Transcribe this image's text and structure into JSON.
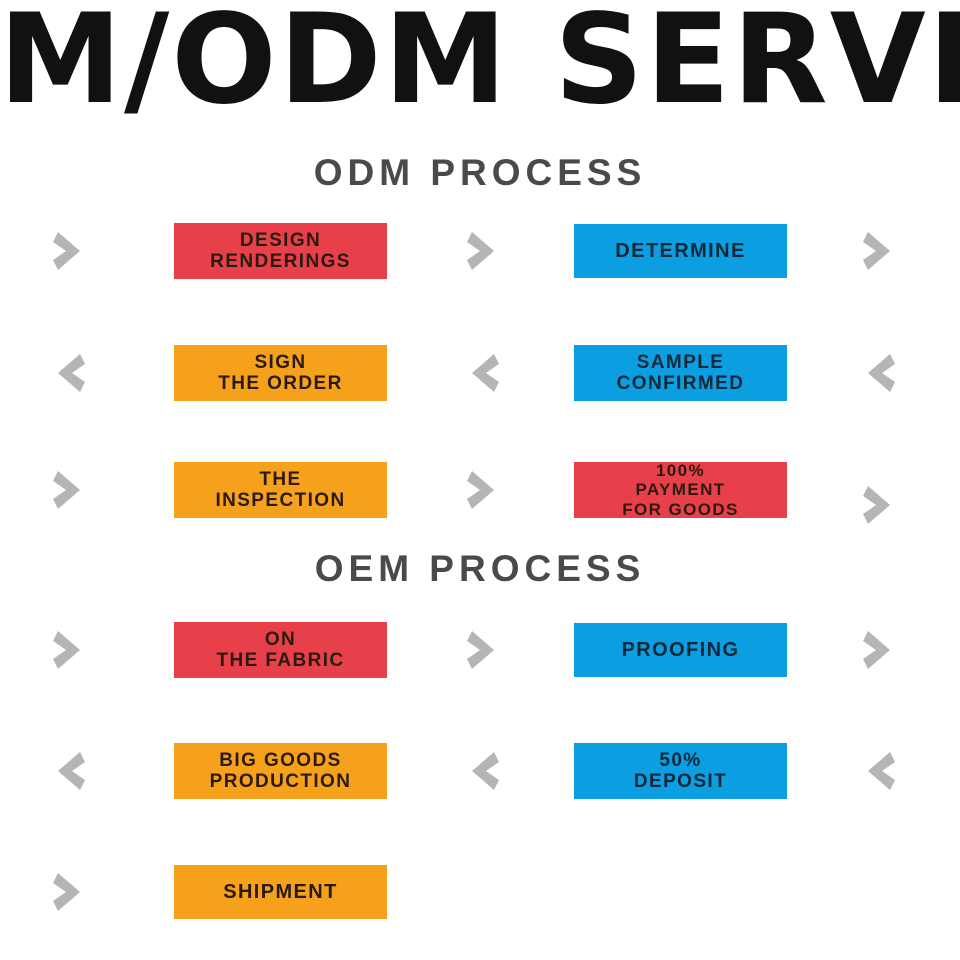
{
  "title": "OEM/ODM SERVICE",
  "colors": {
    "red": "#e8404a",
    "orange": "#f5a11b",
    "blue": "#0b9ee0",
    "chevron_gray": "#b5b5b5",
    "heading_gray": "#4a4a4a",
    "background": "#ffffff"
  },
  "sections": {
    "odm": {
      "heading": "ODM PROCESS",
      "rows": [
        {
          "direction": "right",
          "chevrons": [
            "chevron-right-icon",
            "chevron-right-icon",
            "chevron-right-icon"
          ],
          "box_a": {
            "lines": [
              "DESIGN",
              "RENDERINGS"
            ],
            "color": "red"
          },
          "box_b": {
            "lines": [
              "DETERMINE"
            ],
            "color": "blue"
          }
        },
        {
          "direction": "left",
          "chevrons": [
            "chevron-left-icon",
            "chevron-left-icon",
            "chevron-left-icon"
          ],
          "box_a": {
            "lines": [
              "SIGN",
              "THE ORDER"
            ],
            "color": "orange"
          },
          "box_b": {
            "lines": [
              "SAMPLE",
              "CONFIRMED"
            ],
            "color": "blue"
          }
        },
        {
          "direction": "right",
          "chevrons": [
            "chevron-right-icon",
            "chevron-right-icon",
            "chevron-right-icon"
          ],
          "box_a": {
            "lines": [
              "THE",
              "INSPECTION"
            ],
            "color": "orange"
          },
          "box_b": {
            "lines": [
              "100%",
              "PAYMENT",
              "FOR GOODS"
            ],
            "color": "red"
          }
        }
      ]
    },
    "oem": {
      "heading": "OEM PROCESS",
      "rows": [
        {
          "direction": "right",
          "chevrons": [
            "chevron-right-icon",
            "chevron-right-icon",
            "chevron-right-icon"
          ],
          "box_a": {
            "lines": [
              "ON",
              "THE FABRIC"
            ],
            "color": "red"
          },
          "box_b": {
            "lines": [
              "PROOFING"
            ],
            "color": "blue"
          }
        },
        {
          "direction": "left",
          "chevrons": [
            "chevron-left-icon",
            "chevron-left-icon",
            "chevron-left-icon"
          ],
          "box_a": {
            "lines": [
              "BIG GOODS",
              "PRODUCTION"
            ],
            "color": "orange"
          },
          "box_b": {
            "lines": [
              "50%",
              "DEPOSIT"
            ],
            "color": "blue"
          }
        },
        {
          "direction": "right",
          "chevrons": [
            "chevron-right-icon"
          ],
          "box_a": {
            "lines": [
              "SHIPMENT"
            ],
            "color": "orange"
          },
          "box_b": null
        }
      ]
    }
  }
}
